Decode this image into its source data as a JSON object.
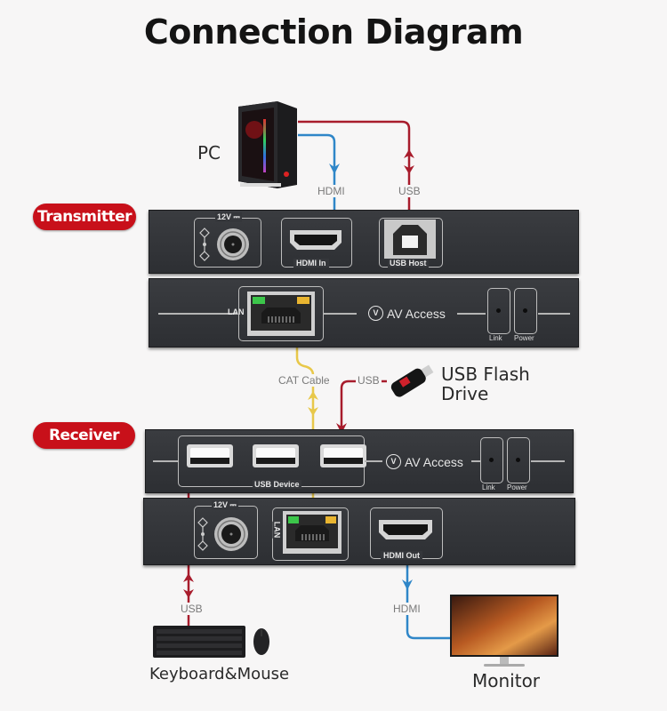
{
  "title": "Connection Diagram",
  "colors": {
    "accent_red": "#c8101a",
    "usb_line": "#a81c2c",
    "hdmi_line": "#2f86c8",
    "cat_line": "#e8c84a",
    "device_panel": "#333539"
  },
  "devices": {
    "pc": {
      "label": "PC",
      "icon": "pc-tower-icon"
    },
    "usb_flash_drive": {
      "label_line1": "USB Flash",
      "label_line2": "Drive",
      "icon": "usb-flash-drive-icon"
    },
    "keyboard_mouse": {
      "label": "Keyboard&Mouse",
      "icon": "keyboard-mouse-icon"
    },
    "monitor": {
      "label": "Monitor",
      "icon": "monitor-icon"
    }
  },
  "transmitter": {
    "badge": "Transmitter",
    "rear_panel": {
      "power_label": "12V ⎓",
      "hdmi_label": "HDMI In",
      "usb_label": "USB Host"
    },
    "front_panel": {
      "lan_label": "LAN",
      "brand": "AV Access",
      "brand_logo": "V",
      "link_label": "Link",
      "power_label": "Power"
    }
  },
  "receiver": {
    "badge": "Receiver",
    "front_panel": {
      "usb_device_label": "USB Device",
      "brand": "AV Access",
      "brand_logo": "V",
      "link_label": "Link",
      "power_label": "Power"
    },
    "rear_panel": {
      "power_label": "12V ⎓",
      "lan_label": "LAN",
      "hdmi_label": "HDMI Out"
    }
  },
  "connections": {
    "pc_hdmi": "HDMI",
    "pc_usb": "USB",
    "cat_cable": "CAT Cable",
    "flash_usb": "USB",
    "kbm_usb": "USB",
    "monitor_hdmi": "HDMI"
  }
}
